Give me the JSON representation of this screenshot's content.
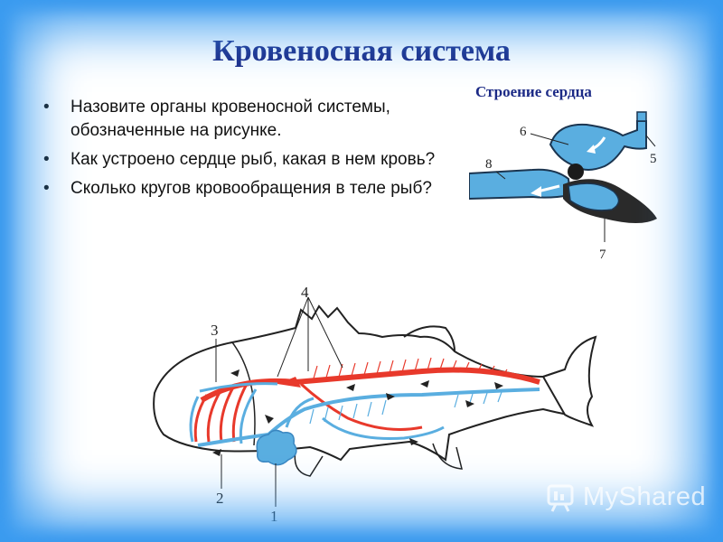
{
  "slide": {
    "title": "Кровеносная система",
    "subtitle": "Строение сердца",
    "bullets": [
      "Назовите органы кровеносной системы, обозначенные на рисунке.",
      "Как устроено сердце рыб, какая в нем кровь?",
      "Сколько кругов кровообращения в теле рыб?"
    ]
  },
  "heart_diagram": {
    "labels": [
      "6",
      "8",
      "5",
      "7"
    ],
    "colors": {
      "blood": "#5aaee0",
      "chamber": "#2a2a2a"
    }
  },
  "fish_diagram": {
    "labels": [
      "4",
      "3",
      "2",
      "1"
    ],
    "colors": {
      "arterial": "#e8392b",
      "venous": "#5aaee0",
      "outline": "#222222"
    }
  },
  "watermark": {
    "text": "MyShared"
  }
}
